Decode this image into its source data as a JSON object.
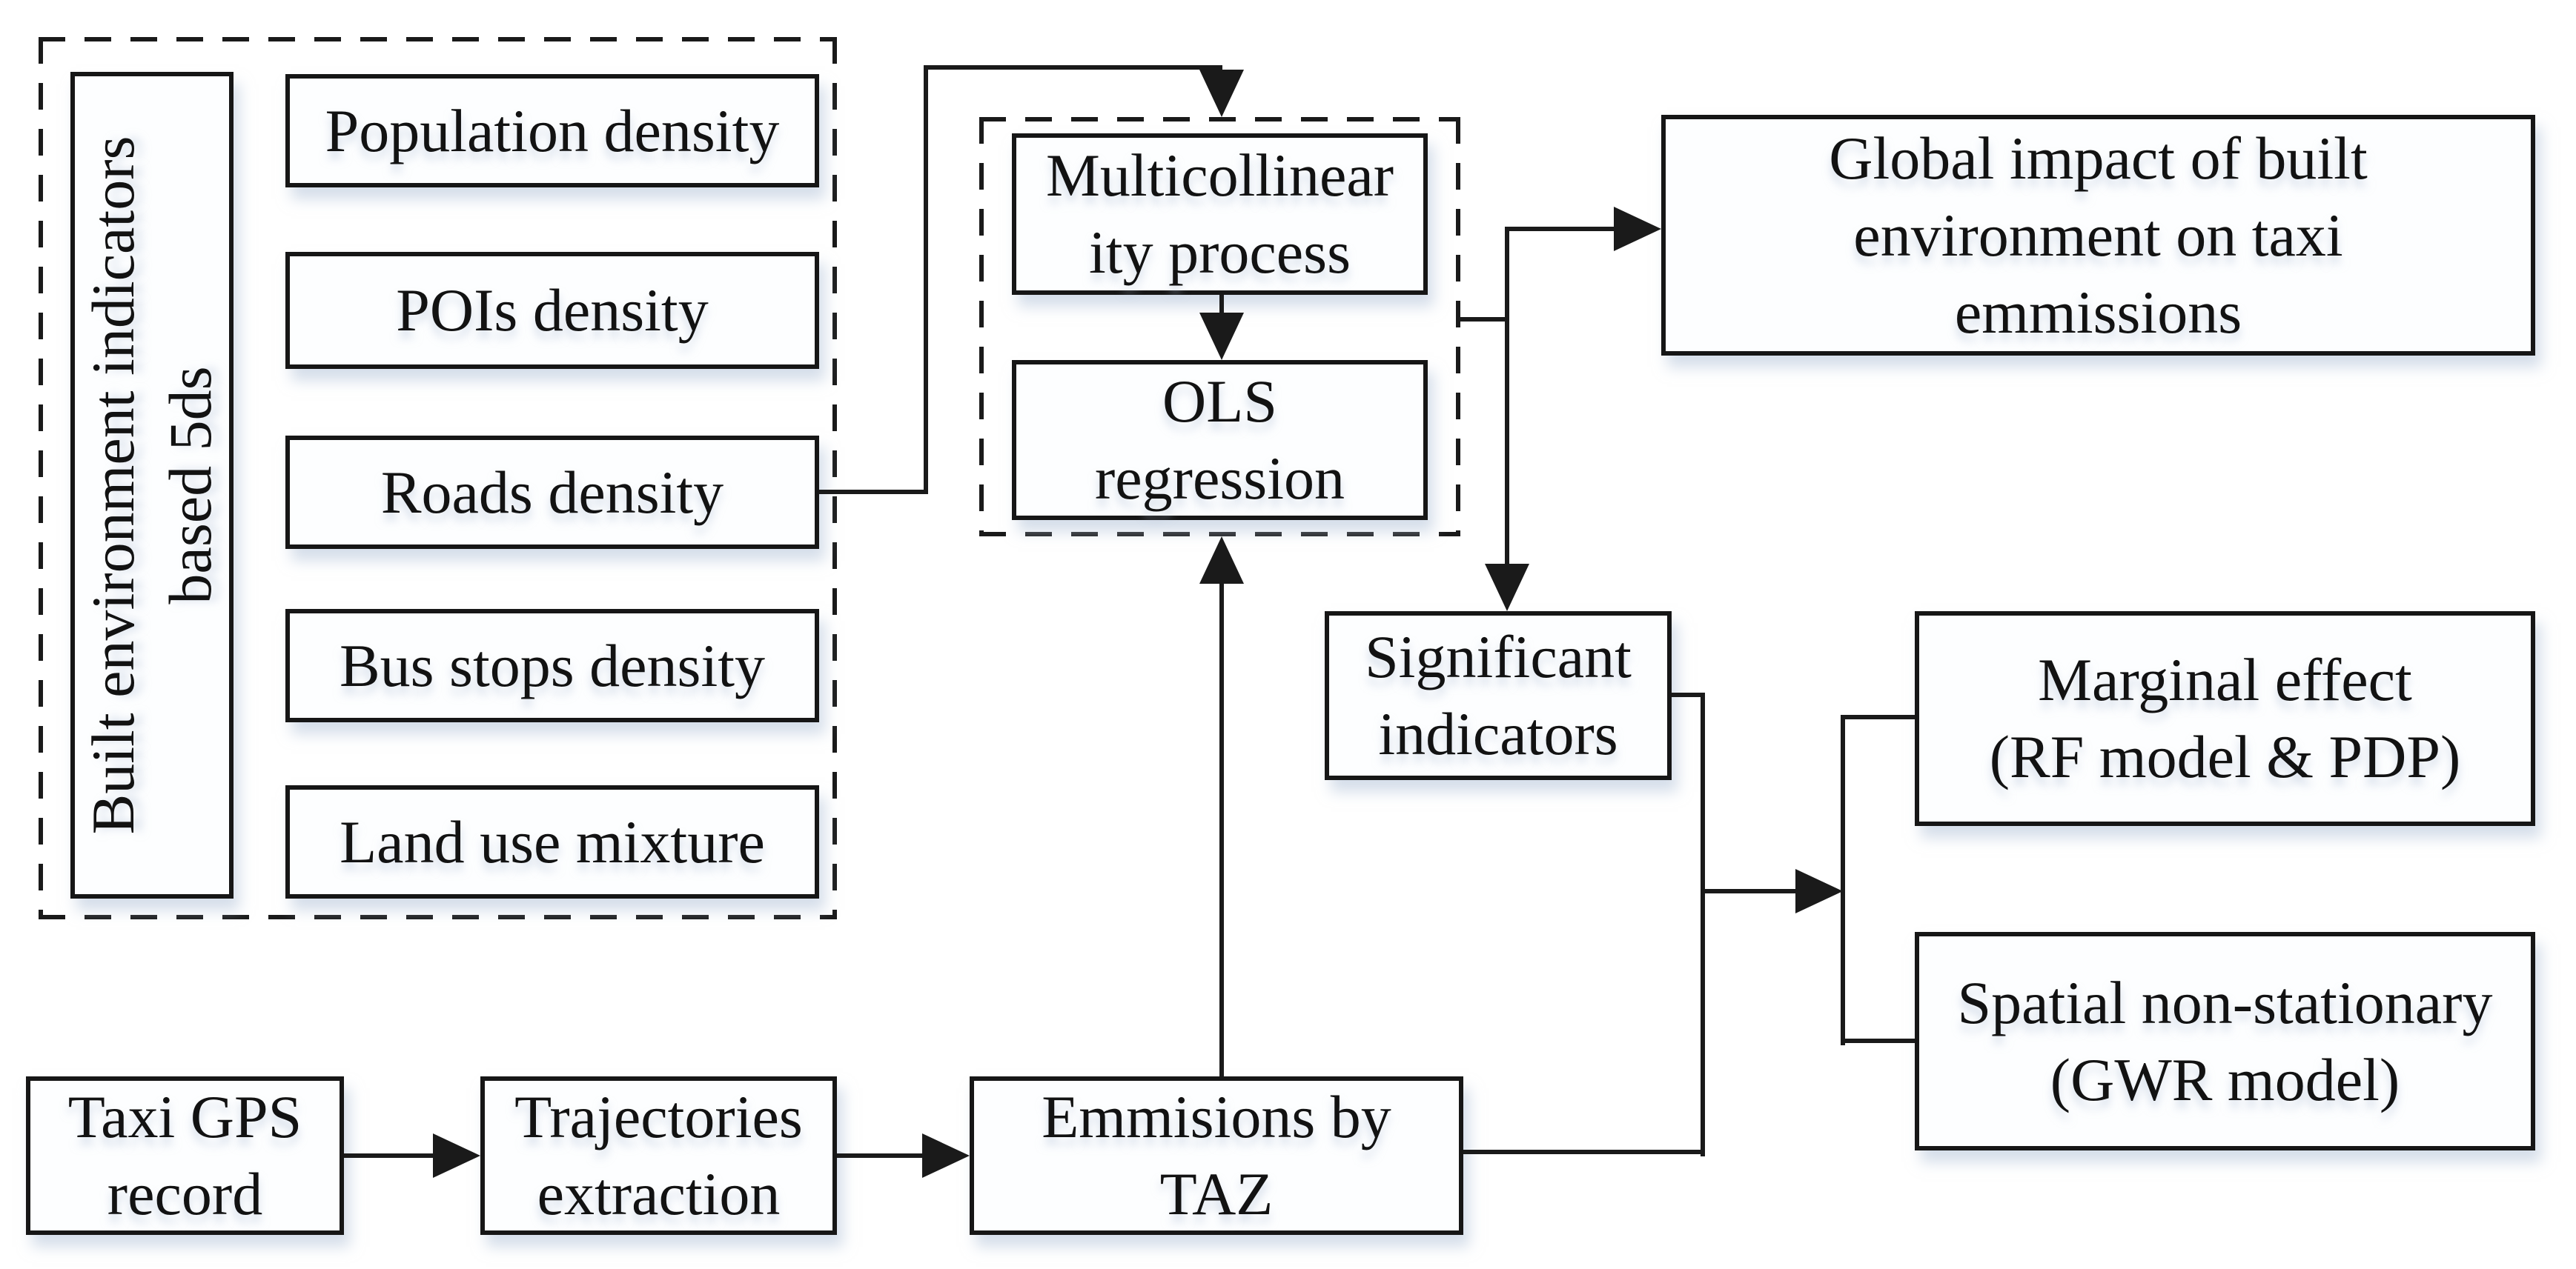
{
  "figure": {
    "type": "flowchart",
    "ink_color": "#1a1a1a",
    "box_background": "#fdfeff",
    "page_background": "#ffffff"
  },
  "nodes": {
    "rotated_label": {
      "line1": "Built environment indicators",
      "line2": "based 5ds"
    },
    "population": {
      "line1": "Population density"
    },
    "pois": {
      "line1": "POIs density"
    },
    "roads": {
      "line1": "Roads density"
    },
    "bus_stops": {
      "line1": "Bus stops density"
    },
    "land_use": {
      "line1": "Land use mixture"
    },
    "multicollinearity": {
      "line1": "Multicollinear",
      "line2": "ity process"
    },
    "ols": {
      "line1": "OLS",
      "line2": "regression"
    },
    "global_impact": {
      "line1": "Global impact of built",
      "line2": "environment on taxi",
      "line3": "emmissions"
    },
    "significant": {
      "line1": "Significant",
      "line2": "indicators"
    },
    "marginal": {
      "line1": "Marginal effect",
      "line2": "(RF model & PDP)"
    },
    "spatial": {
      "line1": "Spatial non-stationary",
      "line2": "(GWR model)"
    },
    "taxi_gps": {
      "line1": "Taxi GPS",
      "line2": "record"
    },
    "trajectories": {
      "line1": "Trajectories",
      "line2": "extraction"
    },
    "emissions_taz": {
      "line1": "Emmisions by",
      "line2": "TAZ"
    }
  }
}
